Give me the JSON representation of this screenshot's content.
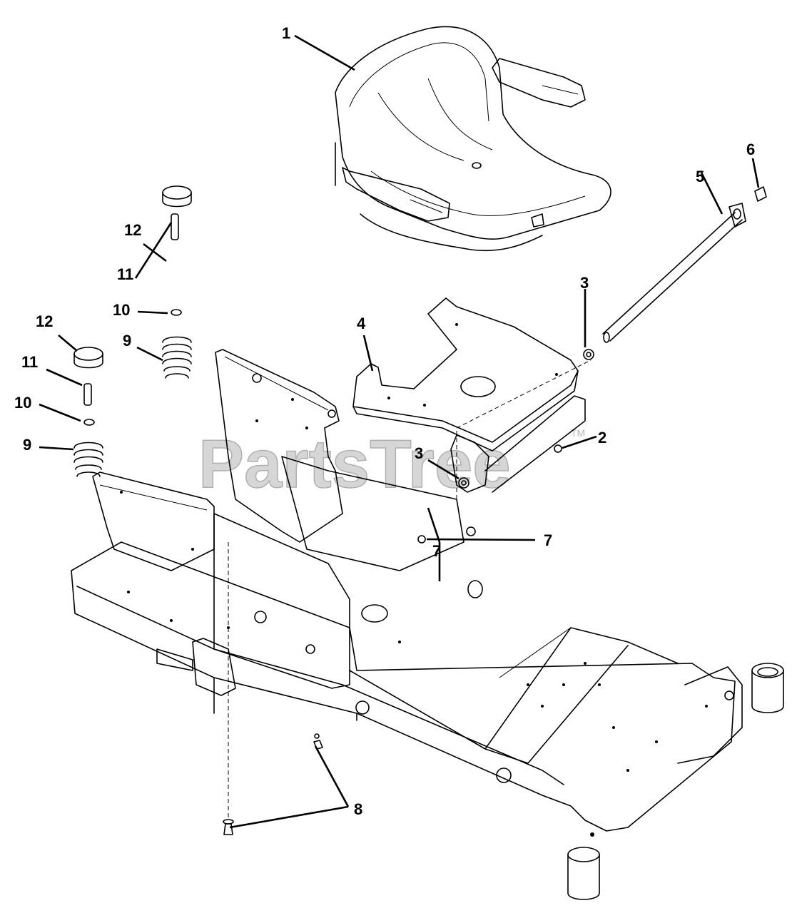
{
  "diagram": {
    "callouts": [
      {
        "id": "c1",
        "label": "1"
      },
      {
        "id": "c2",
        "label": "2"
      },
      {
        "id": "c3a",
        "label": "3"
      },
      {
        "id": "c3b",
        "label": "3"
      },
      {
        "id": "c4",
        "label": "4"
      },
      {
        "id": "c5",
        "label": "5"
      },
      {
        "id": "c6",
        "label": "6"
      },
      {
        "id": "c7a",
        "label": "7"
      },
      {
        "id": "c7b",
        "label": "7"
      },
      {
        "id": "c8",
        "label": "8"
      },
      {
        "id": "c9a",
        "label": "9"
      },
      {
        "id": "c9b",
        "label": "9"
      },
      {
        "id": "c10a",
        "label": "10"
      },
      {
        "id": "c10b",
        "label": "10"
      },
      {
        "id": "c11a",
        "label": "11"
      },
      {
        "id": "c11b",
        "label": "11"
      },
      {
        "id": "c12a",
        "label": "12"
      },
      {
        "id": "c12b",
        "label": "12"
      }
    ]
  },
  "watermark": {
    "text": "PartsTree",
    "trademark": "TM",
    "color": "#c8c8c8"
  },
  "colors": {
    "line": "#000000",
    "background": "#ffffff"
  }
}
